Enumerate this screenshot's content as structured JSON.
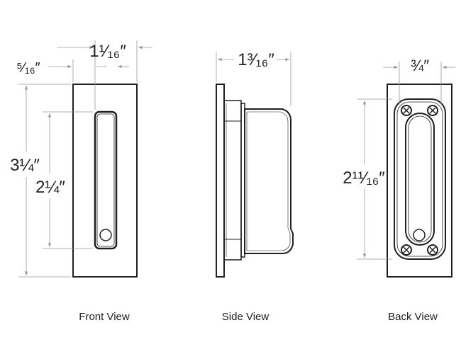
{
  "views": {
    "front": {
      "caption": "Front View",
      "dims": {
        "width": "1¹⁄₁₆″",
        "offset": "⁵⁄₁₆″",
        "height": "3¼″",
        "slot_height": "2¼″"
      }
    },
    "side": {
      "caption": "Side View",
      "dims": {
        "depth": "1³⁄₁₆″"
      }
    },
    "back": {
      "caption": "Back View",
      "dims": {
        "width": "¾″",
        "height": "2¹¹⁄₁₆″"
      }
    }
  },
  "colors": {
    "line": "#231f20",
    "dim_line": "#999999",
    "background": "#ffffff"
  },
  "icons": {
    "screw": "phillips-screw-icon",
    "finger_hole": "circle-hole-icon"
  }
}
